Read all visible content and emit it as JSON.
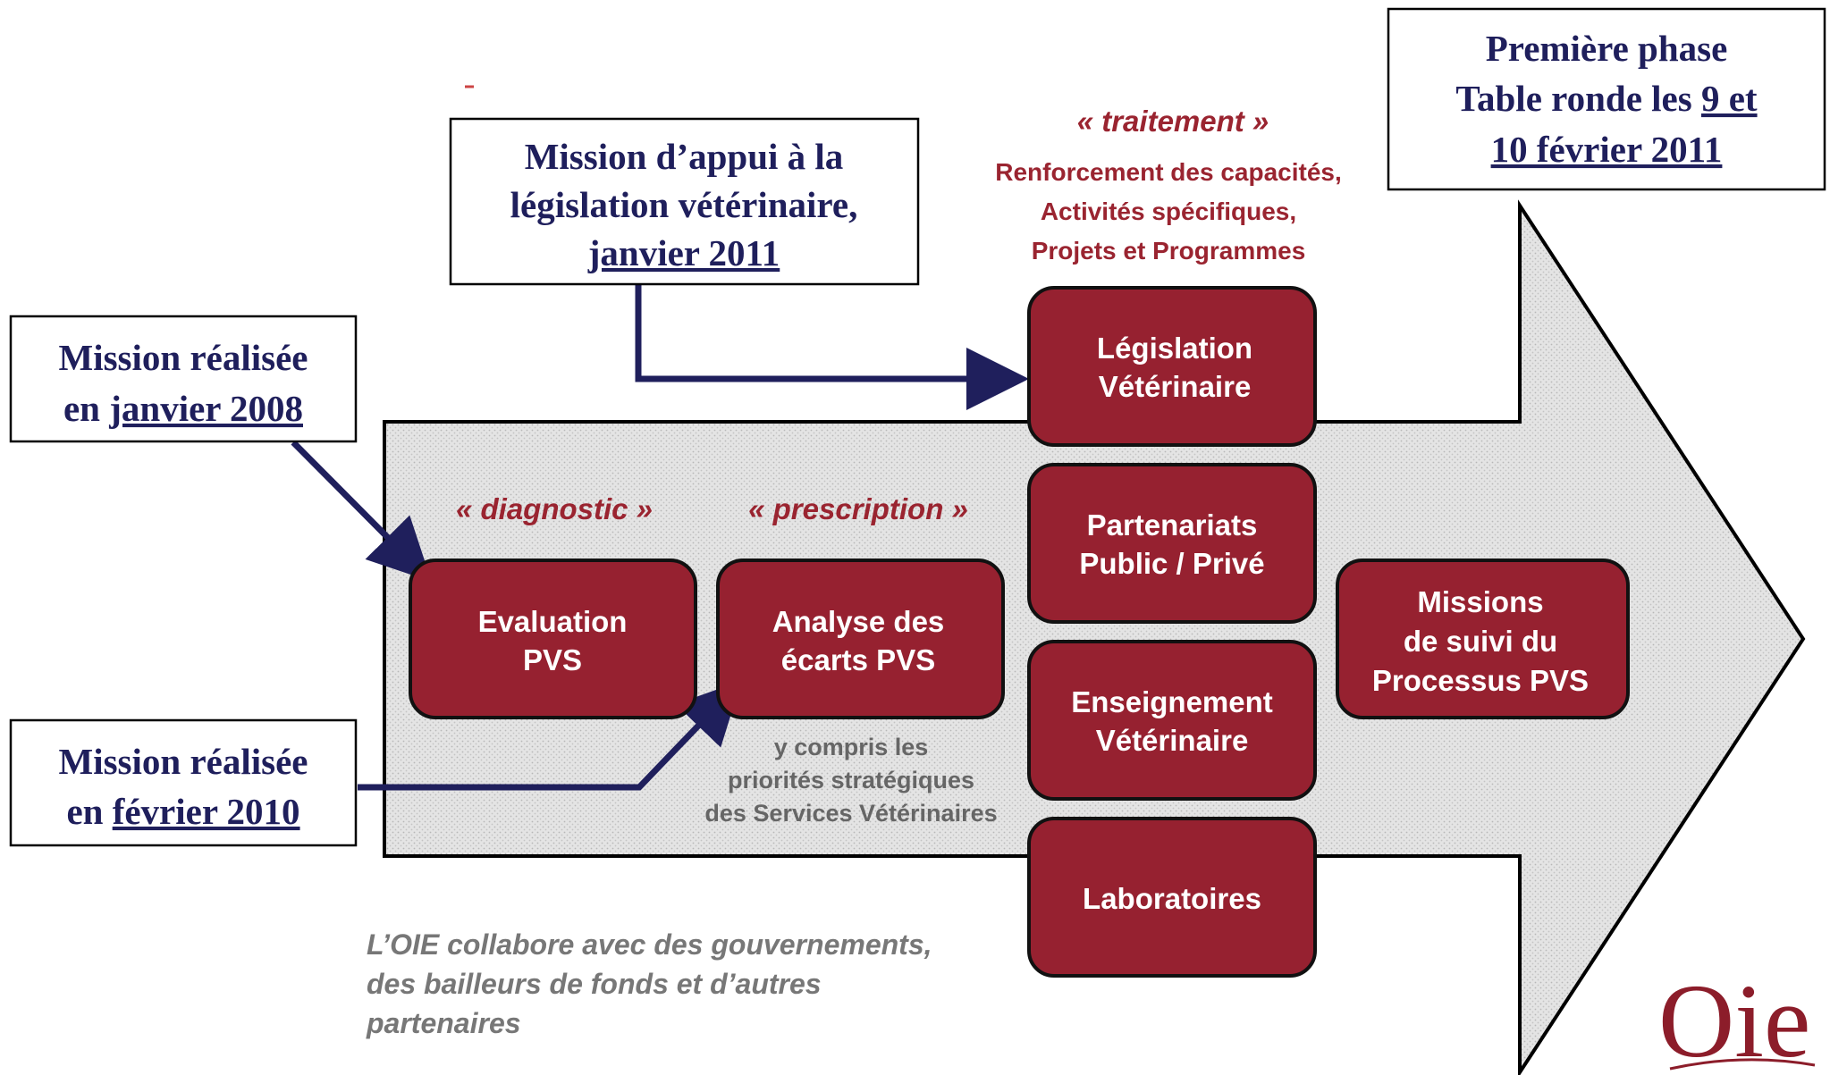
{
  "colors": {
    "navy": "#1f1f5c",
    "box_red": "#962130",
    "label_red": "#9a2430",
    "arrow_fill": "#e3e3e3",
    "grey_text": "#666666"
  },
  "callouts": {
    "mission_2008": {
      "line1": "Mission réalisée",
      "line2_prefix": "en ",
      "line2_link": "janvier 2008"
    },
    "mission_2010": {
      "line1": "Mission réalisée",
      "line2_prefix": "en ",
      "line2_link": "février 2010"
    },
    "mission_legislation": {
      "line1": "Mission d’appui à la",
      "line2": "législation vétérinaire,",
      "line3_link": "janvier 2011"
    },
    "premiere_phase": {
      "line1": "Première phase",
      "line2_prefix": "Table ronde les ",
      "line2_link": "9 et",
      "line3_link": "10 février 2011"
    }
  },
  "stage_labels": {
    "diagnostic": "« diagnostic »",
    "prescription": "« prescription »",
    "traitement": "« traitement »"
  },
  "traitement_details": [
    "Renforcement des capacités,",
    "Activités spécifiques,",
    "Projets et Programmes"
  ],
  "boxes": {
    "evaluation": [
      "Evaluation",
      "PVS"
    ],
    "analyse": [
      "Analyse des",
      "écarts PVS"
    ],
    "legislation": [
      "Législation",
      "Vétérinaire"
    ],
    "partenariats": [
      "Partenariats",
      "Public / Privé"
    ],
    "enseignement": [
      "Enseignement",
      "Vétérinaire"
    ],
    "laboratoires": [
      "Laboratoires"
    ],
    "missions_suivi": [
      "Missions",
      "de suivi du",
      "Processus PVS"
    ]
  },
  "analyse_note": [
    "y compris les",
    "priorités stratégiques",
    "des Services Vétérinaires"
  ],
  "collaboration_note": [
    "L’OIE collabore avec des gouvernements,",
    "des bailleurs de fonds et d’autres",
    "partenaires"
  ],
  "logo": {
    "text": "Oie",
    "name": "oie-logo"
  }
}
